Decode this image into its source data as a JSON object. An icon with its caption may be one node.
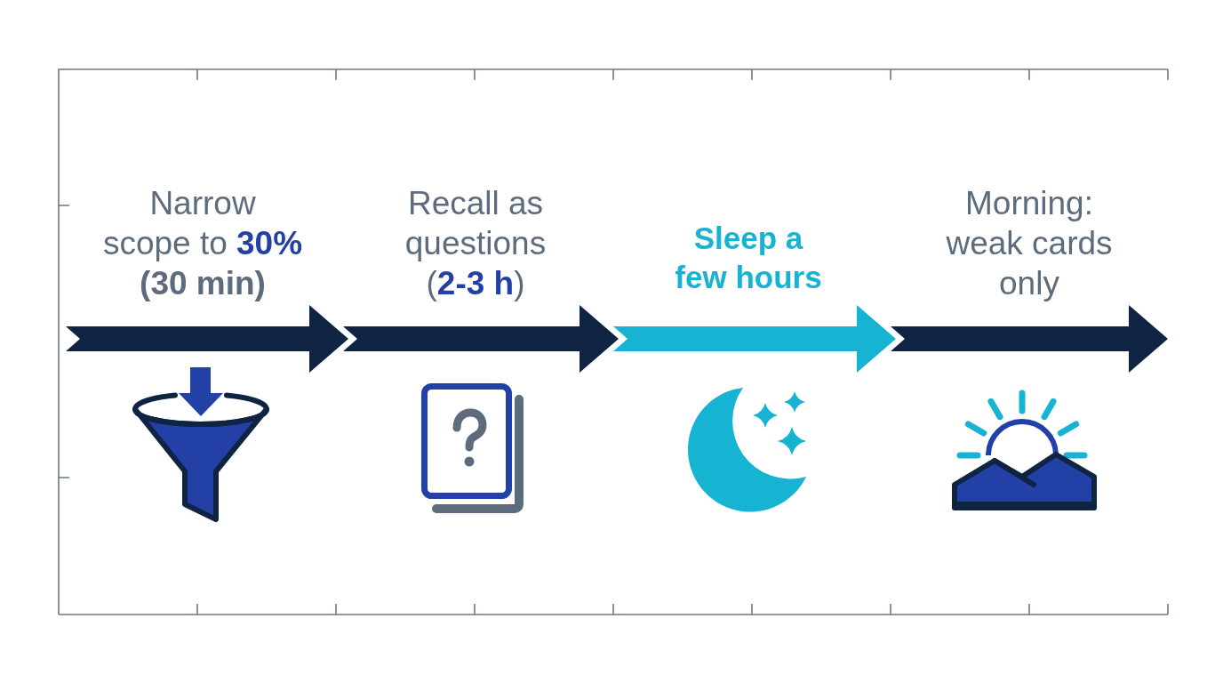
{
  "diagram": {
    "nodes": [
      {
        "text": [
          "Narrow scope to **30%**",
          "(30 min)"
        ]
      },
      {
        "text": [
          "Recall as questions",
          "(**2-3 h**)"
        ]
      },
      {
        "text": [
          "Sleep a few hours"
        ]
      },
      {
        "text": [
          "Morning: weak cards only"
        ]
      }
    ]
  }
}
